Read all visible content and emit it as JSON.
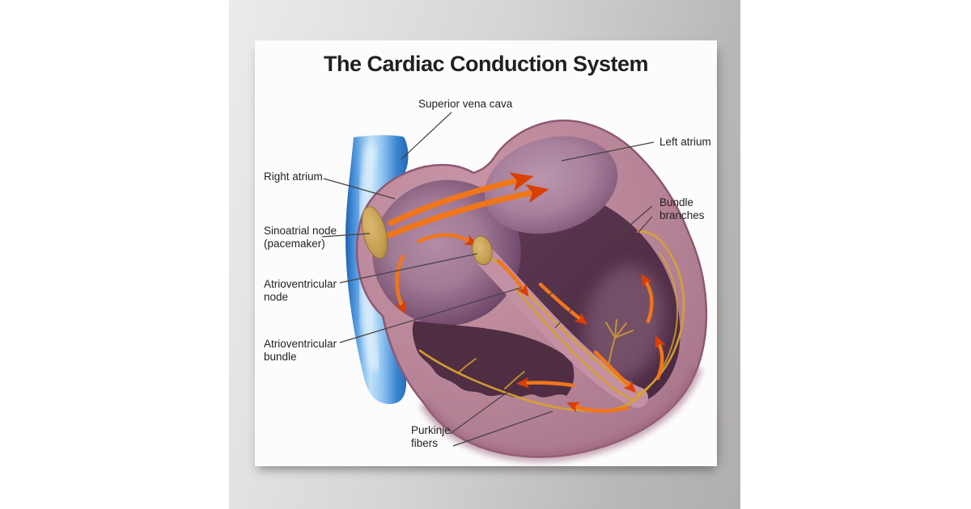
{
  "poster": {
    "title": "The Cardiac Conduction System",
    "labels": [
      {
        "id": "superior-vena-cava",
        "text": "Superior vena cava"
      },
      {
        "id": "right-atrium",
        "text": "Right atrium"
      },
      {
        "id": "sinoatrial-node",
        "text": "Sinoatrial node (pacemaker)"
      },
      {
        "id": "atrioventricular-node",
        "text": "Atrioventricular node"
      },
      {
        "id": "atrioventricular-bundle",
        "text": "Atrioventricular bundle"
      },
      {
        "id": "left-atrium",
        "text": "Left atrium"
      },
      {
        "id": "bundle-branches",
        "text": "Bundle branches"
      },
      {
        "id": "purkinje-fibers",
        "text": "Purkinje fibers"
      }
    ],
    "colors": {
      "wall_gray_light": "#edebeb",
      "wall_gray_dark": "#b0aeaf",
      "poster_white": "#fcfcfd",
      "heart_wall_pink": "#bb8697",
      "chamber_dark": "#53304a",
      "vessel_blue": "#3d85d2",
      "node_gold": "#c9a254",
      "impulse_orange": "#f0761a",
      "impulse_orange_dark": "#da3f06",
      "fiber_yellow": "#d7a22e",
      "text_black": "#231f20"
    }
  }
}
